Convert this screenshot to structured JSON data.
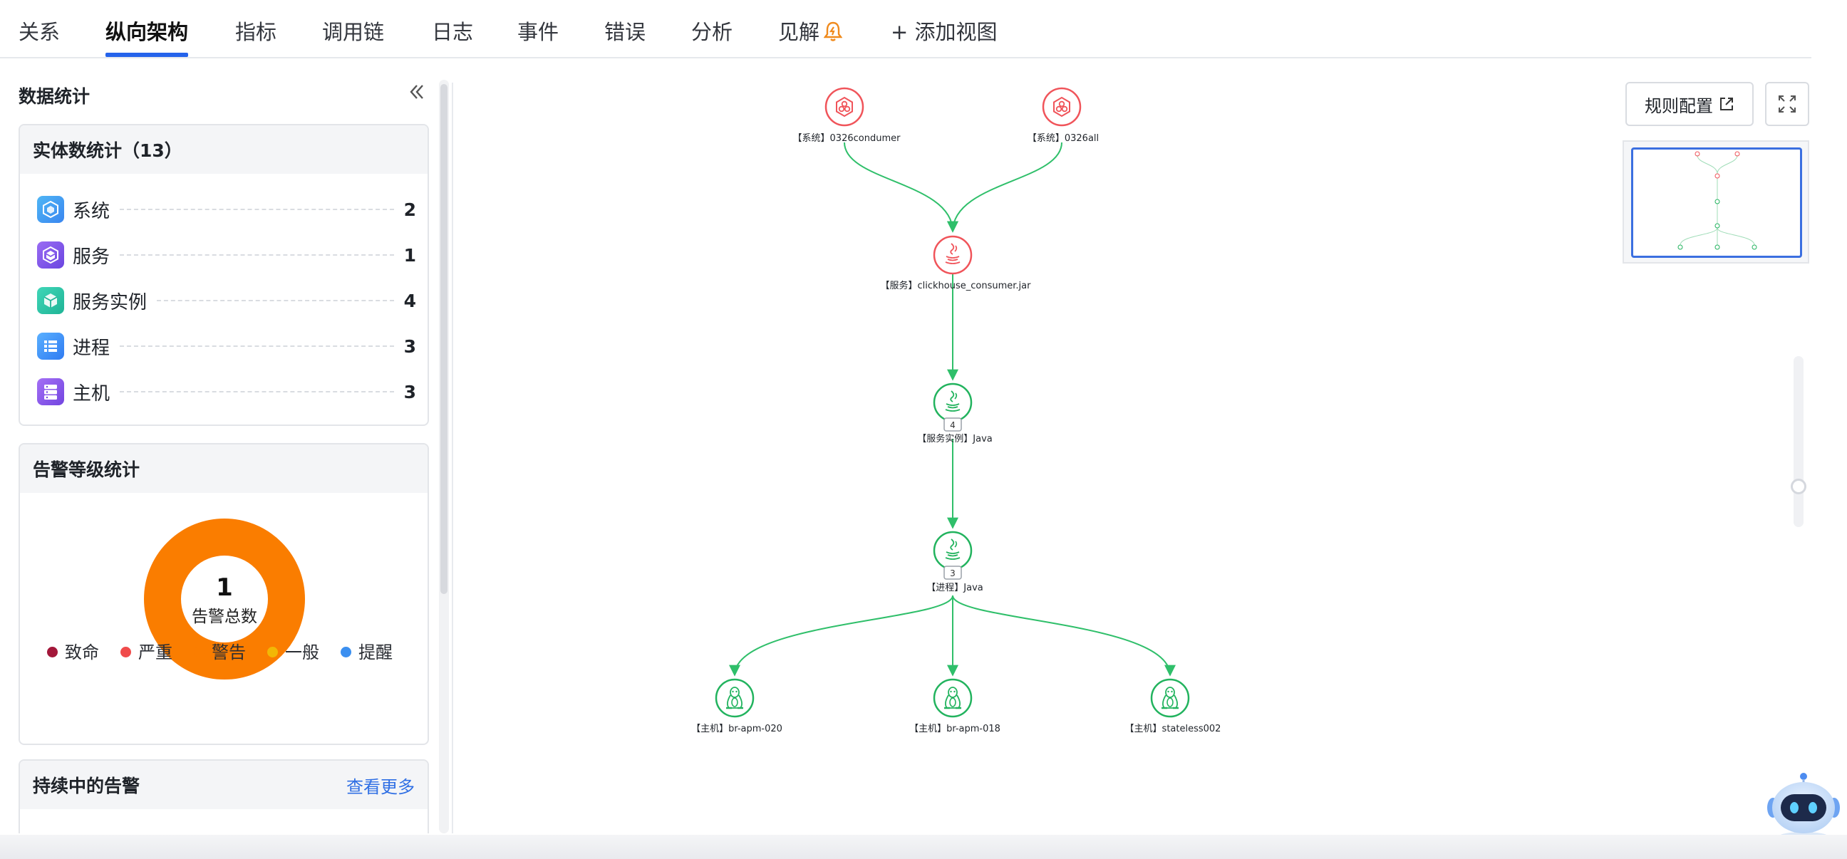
{
  "tabs": [
    {
      "label": "关系"
    },
    {
      "label": "纵向架构",
      "active": true
    },
    {
      "label": "指标"
    },
    {
      "label": "调用链"
    },
    {
      "label": "日志"
    },
    {
      "label": "事件"
    },
    {
      "label": "错误"
    },
    {
      "label": "分析"
    },
    {
      "label": "见解"
    },
    {
      "label": "+ 添加视图"
    }
  ],
  "left_panel": {
    "title": "数据统计",
    "entity_card": {
      "title": "实体数统计（13）",
      "items": [
        {
          "name": "系统",
          "count": "2",
          "icon": "system-icon"
        },
        {
          "name": "服务",
          "count": "1",
          "icon": "service-icon"
        },
        {
          "name": "服务实例",
          "count": "4",
          "icon": "service-instance-icon"
        },
        {
          "name": "进程",
          "count": "3",
          "icon": "process-icon"
        },
        {
          "name": "主机",
          "count": "3",
          "icon": "host-icon"
        }
      ]
    },
    "alert_card": {
      "title": "告警等级统计",
      "total": "1",
      "total_label": "告警总数",
      "legend": [
        {
          "label": "致命",
          "color": "#a3173a"
        },
        {
          "label": "严重",
          "color": "#f04b4b"
        },
        {
          "label": "警告",
          "color": "#fa7d00"
        },
        {
          "label": "一般",
          "color": "#f2b705"
        },
        {
          "label": "提醒",
          "color": "#3b8ff0"
        }
      ]
    },
    "ongoing_card": {
      "title": "持续中的告警",
      "more": "查看更多"
    }
  },
  "graph": {
    "rule_config_label": "规则配置",
    "nodes": [
      {
        "id": "sys1",
        "label": "【系统】0326condumer",
        "status": "error",
        "icon": "system-icon"
      },
      {
        "id": "sys2",
        "label": "【系统】0326all",
        "status": "error",
        "icon": "system-icon"
      },
      {
        "id": "svc",
        "label": "【服务】clickhouse_consumer.jar",
        "status": "error",
        "icon": "java-icon"
      },
      {
        "id": "inst",
        "label": "【服务实例】Java",
        "status": "normal",
        "icon": "java-icon",
        "badge": "4"
      },
      {
        "id": "proc",
        "label": "【进程】Java",
        "status": "normal",
        "icon": "java-icon",
        "badge": "3"
      },
      {
        "id": "host1",
        "label": "【主机】br-apm-020",
        "status": "normal",
        "icon": "linux-icon"
      },
      {
        "id": "host2",
        "label": "【主机】br-apm-018",
        "status": "normal",
        "icon": "linux-icon"
      },
      {
        "id": "host3",
        "label": "【主机】stateless002",
        "status": "normal",
        "icon": "linux-icon"
      }
    ],
    "colors": {
      "error": "#f0545a",
      "normal": "#22b35e",
      "edge": "#2fbf6a"
    }
  }
}
